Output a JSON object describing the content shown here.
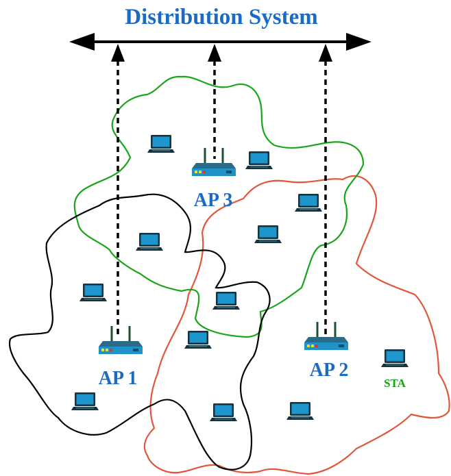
{
  "title": "Distribution System",
  "access_points": [
    {
      "id": "ap1",
      "label": "AP 1"
    },
    {
      "id": "ap2",
      "label": "AP 2"
    },
    {
      "id": "ap3",
      "label": "AP 3"
    }
  ],
  "station_label": "STA",
  "colors": {
    "title": "#1b6bc4",
    "ap_label": "#1b6bc4",
    "sta_label": "#16a016",
    "cell_ap1": "#000000",
    "cell_ap2": "#e2553a",
    "cell_ap3": "#19a519",
    "link": "#000000",
    "laptop_screen": "#1c96cc",
    "laptop_body": "#16333f",
    "ap_body": "#1f93c8"
  },
  "icons": {
    "station": "laptop-icon",
    "access_point": "wireless-router-icon"
  }
}
